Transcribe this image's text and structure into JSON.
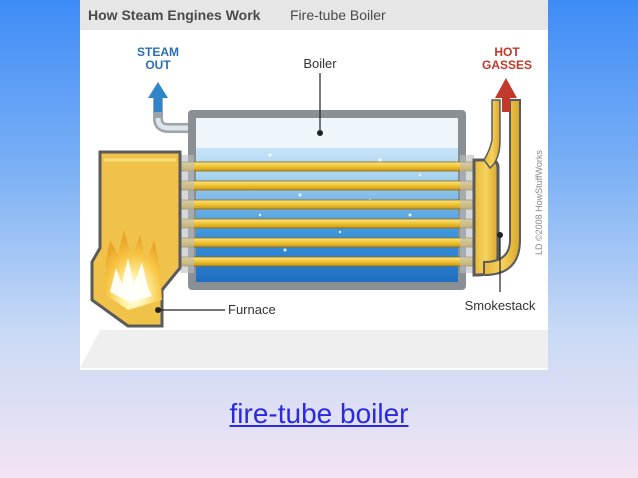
{
  "figure": {
    "header_title": "How Steam Engines Work",
    "header_subtitle": "Fire-tube Boiler",
    "labels": {
      "steam_out_1": "STEAM",
      "steam_out_2": "OUT",
      "hot_gasses_1": "HOT",
      "hot_gasses_2": "GASSES",
      "boiler": "Boiler",
      "furnace": "Furnace",
      "smokestack": "Smokestack"
    },
    "credit": "LD ©2008 HowStuffWorks",
    "colors": {
      "steam_arrow": "#2e86c9",
      "hot_arrow": "#c0392b",
      "fire_tube": "#f2cc3d",
      "water": "#2f8fd6",
      "furnace": "#f0c24a"
    }
  },
  "caption": "fire-tube boiler"
}
